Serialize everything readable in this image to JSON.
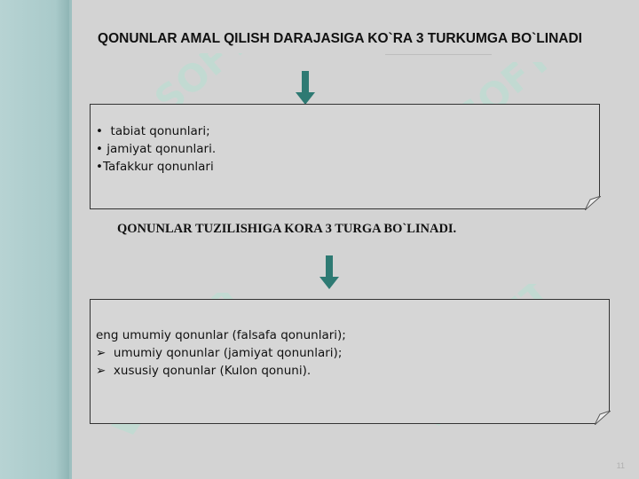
{
  "slide": {
    "title_top": "QONUNLAR AMAL QILISH DARAJASIGA KO`RA 3 TURKUMGA BO`LINADI",
    "box1_lines": [
      "•  tabiat qonunlari;",
      "• jamiyat qonunlari.",
      "•Tafakkur qonunlari"
    ],
    "title_middle": "QONUNLAR TUZILISHIGA  KORA 3 TURGA BO`LINADI.",
    "box2_lines": [
      "eng umumiy qonunlar (falsafa qonunlari);",
      "➢  umumiy qonunlar (jamiyat qonunlari);",
      "➢  xususiy qonunlar (Kulon qonuni)."
    ],
    "page_number": "11"
  },
  "colors": {
    "background": "#d3d3d3",
    "left_bar": "#a9caca",
    "arrow": "#2e7a73",
    "watermark": "#a8dccd"
  },
  "icons": [
    "down-arrow-icon",
    "watermark-logo-icon",
    "page-curl-icon"
  ]
}
